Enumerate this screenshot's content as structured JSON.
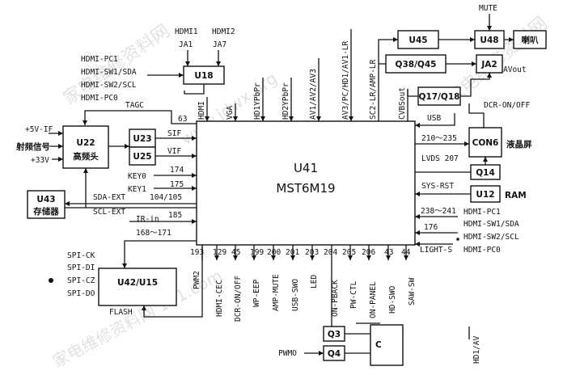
{
  "main_chip": {
    "name": "U41",
    "part": "MST6M19"
  },
  "blocks": {
    "u18": "U18",
    "u22_a": "U22",
    "u22_b": "高频头",
    "u23": "U23",
    "u25": "U25",
    "u43_a": "U43",
    "u43_b": "存储器",
    "u42": "U42/U15",
    "flash": "FLASH",
    "u45": "U45",
    "u48": "U48",
    "speaker": "喇叭",
    "q38": "Q38/Q45",
    "ja2": "JA2",
    "q17": "Q17/Q18",
    "con6": "CON6",
    "lcd": "液晶屏",
    "q14": "Q14",
    "u12": "U12",
    "ram": "RAM",
    "q3": "Q3",
    "q4": "Q4"
  },
  "labels": {
    "hdmi1": "HDMI1",
    "ja1": "JA1",
    "hdmi2": "HDMI2",
    "ja7": "JA7",
    "hdmi_pc1": "HDMI-PC1",
    "hdmi_sw1": "HDMI-SW1/SDA",
    "hdmi_sw2": "HDMI-SW2/SCL",
    "hdmi_pc0": "HDMI-PC0",
    "tagc": "TAGC",
    "n63": "63",
    "plus5v": "+5V-IF",
    "rf": "射频信号",
    "plus33v": "+33V",
    "sif": "SIF",
    "vif": "VIF",
    "key0": "KEY0",
    "key1": "KEY1",
    "n174": "174",
    "n175": "175",
    "sda_ext": "SDA-EXT",
    "scl_ext": "SCL-EXT",
    "n104": "104/105",
    "ir_in": "IR-in",
    "n185": "185",
    "n168": "168～171",
    "spi_ck": "SPI-CK",
    "spi_di": "SPI-DI",
    "spi_cz": "SPI-CZ",
    "spi_do": "SPI-DO",
    "mute": "MUTE",
    "avout": "AVout",
    "dcr_on_off": "DCR-ON/OFF",
    "usb": "USB",
    "n210": "210～235",
    "lvds": "LVDS 207",
    "sys_rst": "SYS-RST",
    "n238": "238～241",
    "n176": "176",
    "r_hdmi_pc1": "HDMI-PC1",
    "r_hdmi_sw1": "HDMI-SW1/SDA",
    "r_hdmi_sw2": "HDMI-SW2/SCL",
    "r_hdmi_pc0": "HDMI-PC0",
    "light_s": "LIGHT-S",
    "pwmo": "PWMO",
    "c": "C",
    "hd1_av": "HD1/AV",
    "top_hdmi": "HDMI",
    "top_vga": "VGA",
    "top_hd1": "HD1YPbPr",
    "top_hd2": "HD2YPbPr",
    "top_av1": "AV1/AV2/AV3",
    "top_av3": "AV3/PC/HD1/AV1-LR",
    "top_sc2": "SC2-LR/AMP-LR",
    "top_cvbs": "CVBSout",
    "b193": "193",
    "b129": "129",
    "b45": "45",
    "b199": "199",
    "b200": "200",
    "b201": "201",
    "b203": "203",
    "b204": "204",
    "b205": "205",
    "b206": "206",
    "b43": "43",
    "b44": "44",
    "bl_pwm2": "PWM2",
    "bl_cec": "HDMI-CEC",
    "bl_dcr": "DCR-ON/OFF",
    "bl_wp": "WP-EEP",
    "bl_amp": "AMP-MUTE",
    "bl_usb": "USB-SWO",
    "bl_led": "LED",
    "bl_onpb": "ON-PBACK",
    "bl_pwctl": "PW-CTL",
    "bl_onpanel": "ON-PANEL",
    "bl_hdswo": "HD-SWO",
    "bl_sawsw": "SAW-SW"
  },
  "watermarks": [
    "家电维修资料网",
    "www.jdwx.org",
    "家电维修资料网 101.com",
    "家电维修资料网"
  ]
}
